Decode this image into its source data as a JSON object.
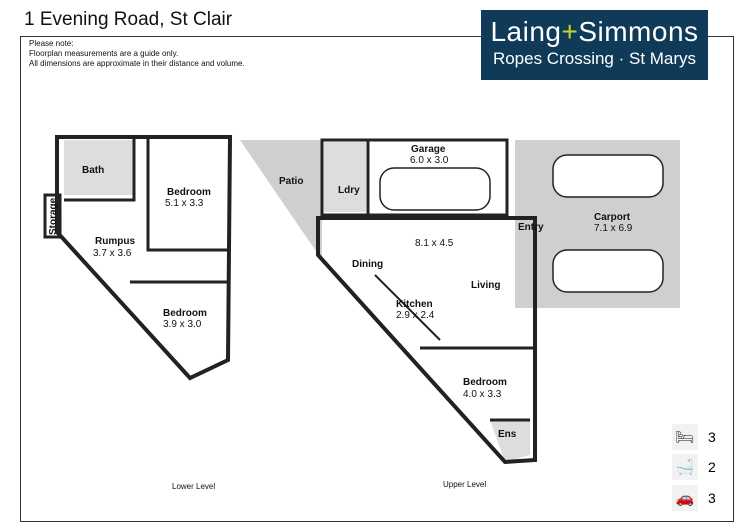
{
  "header": {
    "title": "1 Evening Road, St Clair"
  },
  "note": {
    "heading": "Please note:",
    "line1": "Floorplan measurements are a guide only.",
    "line2": "All dimensions are approximate in their distance and volume."
  },
  "logo": {
    "brand_left": "Laing",
    "brand_plus": "+",
    "brand_right": "Simmons",
    "office": "Ropes Crossing · St Marys",
    "bg_color": "#0f3b58",
    "accent_color": "#c6d631"
  },
  "lower": {
    "label": "Lower Level",
    "rooms": [
      {
        "name": "Bath",
        "dims": ""
      },
      {
        "name": "Bedroom",
        "dims": "5.1 x 3.3"
      },
      {
        "name": "Storage",
        "dims": ""
      },
      {
        "name": "Rumpus",
        "dims": "3.7 x 3.6"
      },
      {
        "name": "Bedroom",
        "dims": "3.9 x 3.0"
      }
    ]
  },
  "upper": {
    "label": "Upper Level",
    "rooms": [
      {
        "name": "Patio",
        "dims": ""
      },
      {
        "name": "Ldry",
        "dims": ""
      },
      {
        "name": "Garage",
        "dims": "6.0 x 3.0"
      },
      {
        "name": "Carport",
        "dims": "7.1 x 6.9"
      },
      {
        "name": "Entry",
        "dims": ""
      },
      {
        "name": "",
        "dims": "8.1 x 4.5"
      },
      {
        "name": "Dining",
        "dims": ""
      },
      {
        "name": "Living",
        "dims": ""
      },
      {
        "name": "Kitchen",
        "dims": "2.9 x 2.4"
      },
      {
        "name": "Bedroom",
        "dims": "4.0 x 3.3"
      },
      {
        "name": "Ens",
        "dims": ""
      }
    ]
  },
  "stats": [
    {
      "icon": "bed-icon",
      "value": "3"
    },
    {
      "icon": "bath-icon",
      "value": "2"
    },
    {
      "icon": "car-icon",
      "value": "3"
    }
  ]
}
